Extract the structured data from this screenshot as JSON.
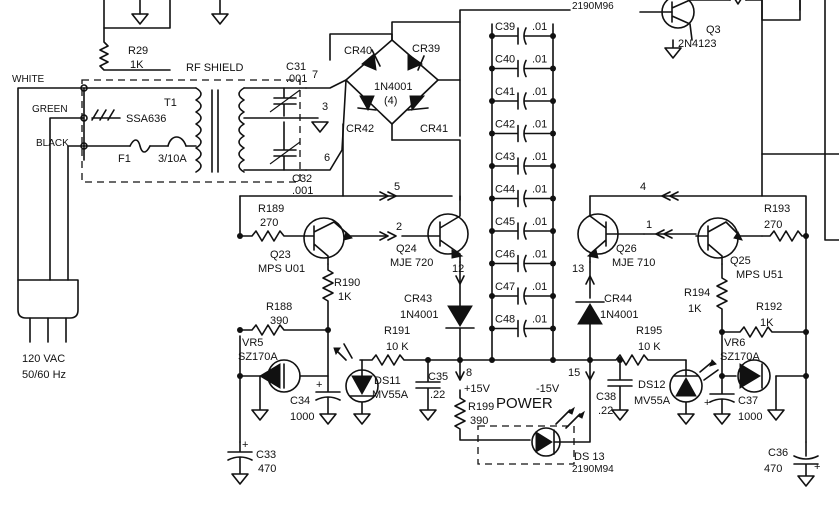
{
  "labels": {
    "top_part": "2190M96",
    "bottom_part": "2190M94",
    "r29": "R29",
    "r29_v": "1K",
    "q3": "Q3",
    "q3_t": "2N4123",
    "rf_shield": "RF SHIELD",
    "white": "WHITE",
    "green": "GREEN",
    "black": "BLACK",
    "t1": "T1",
    "t1_t": "SSA636",
    "f1": "F1",
    "f1_v": "3/10A",
    "c31": "C31",
    "c31_v": ".001",
    "c32": "C32",
    "c32_v": ".001",
    "n7": "7",
    "n3": "3",
    "n6": "6",
    "cr40": "CR40",
    "cr39": "CR39",
    "cr42": "CR42",
    "cr41": "CR41",
    "bridge_type": "1N4001",
    "bridge_n": "(4)",
    "caps": [
      {
        "name": "C39",
        "val": ".01"
      },
      {
        "name": "C40",
        "val": ".01"
      },
      {
        "name": "C41",
        "val": ".01"
      },
      {
        "name": "C42",
        "val": ".01"
      },
      {
        "name": "C43",
        "val": ".01"
      },
      {
        "name": "C44",
        "val": ".01"
      },
      {
        "name": "C45",
        "val": ".01"
      },
      {
        "name": "C46",
        "val": ".01"
      },
      {
        "name": "C47",
        "val": ".01"
      },
      {
        "name": "C48",
        "val": ".01"
      }
    ],
    "n5": "5",
    "n4": "4",
    "n2": "2",
    "n1": "1",
    "n12": "12",
    "n13": "13",
    "n8": "8",
    "n15": "15",
    "r189": "R189",
    "r189_v": "270",
    "q23": "Q23",
    "q23_t": "MPS U01",
    "r190": "R190",
    "r190_v": "1K",
    "r188": "R188",
    "r188_v": "390",
    "q24": "Q24",
    "q24_t": "MJE 720",
    "cr43": "CR43",
    "cr43_t": "1N4001",
    "r191": "R191",
    "r191_v": "10 K",
    "vr5": "VR5",
    "vr5_t": "SZ170A",
    "ds11": "DS11",
    "ds11_t": "MV55A",
    "c34": "C34",
    "c34_v": "1000",
    "c35": "C35",
    "c35_v": ".22",
    "c33": "C33",
    "c33_v": "470",
    "r199": "R199",
    "r199_v": "390",
    "plus15": "+15V",
    "minus15": "-15V",
    "power": "POWER",
    "ds13": "DS 13",
    "c38": "C38",
    "c38_v": ".22",
    "r193": "R193",
    "r193_v": "270",
    "q26": "Q26",
    "q26_t": "MJE 710",
    "q25": "Q25",
    "q25_t": "MPS U51",
    "cr44": "CR44",
    "cr44_t": "1N4001",
    "r194": "R194",
    "r194_v": "1K",
    "r192": "R192",
    "r192_v": "1K",
    "r195": "R195",
    "r195_v": "10 K",
    "vr6": "VR6",
    "vr6_t": "SZ170A",
    "ds12": "DS12",
    "ds12_t": "MV55A",
    "c37": "C37",
    "c37_v": "1000",
    "c36": "C36",
    "c36_v": "470",
    "vac": "120 VAC",
    "hz": "50/60 Hz",
    "plus": "+"
  }
}
